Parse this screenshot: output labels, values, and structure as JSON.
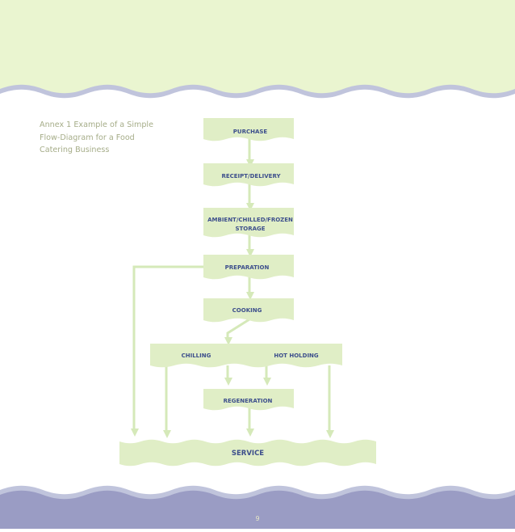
{
  "caption": "Annex 1 Example of a Simple Flow-Diagram for a Food Catering Business",
  "flow": {
    "purchase": "PURCHASE",
    "receipt": "RECEIPT/DELIVERY",
    "storage_line1": "AMBIENT/CHILLED/FROZEN",
    "storage_line2": "STORAGE",
    "preparation": "PREPARATION",
    "cooking": "COOKING",
    "chilling": "CHILLING",
    "hot_holding": "HOT HOLDING",
    "regeneration": "REGENERATION",
    "service": "SERVICE"
  },
  "page_number": "9",
  "colors": {
    "header_band": "#eaf5d0",
    "footer_band": "#9a9cc4",
    "wave_trim": "#c0c4dc",
    "box_fill": "#e0eec6",
    "arrow": "#d5e9b9",
    "box_text": "#3d4f8c",
    "caption_text": "#a6ad89"
  }
}
